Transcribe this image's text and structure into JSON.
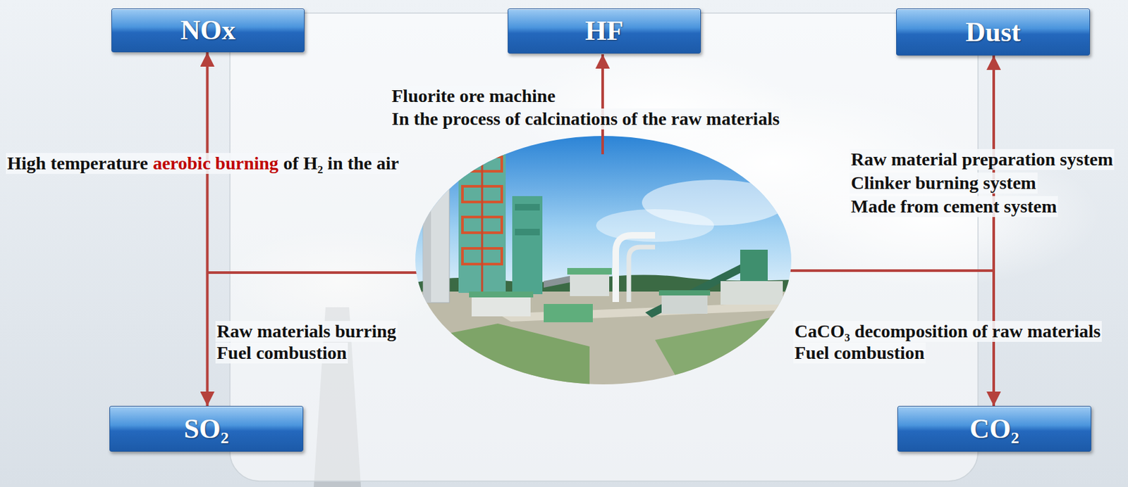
{
  "diagram": {
    "nodes": [
      {
        "text": [
          "NOx"
        ]
      },
      {
        "text": [
          "HF"
        ]
      },
      {
        "text": [
          "Dust"
        ]
      },
      {
        "text": [
          "SO₂"
        ]
      },
      {
        "text": [
          "CO₂"
        ]
      }
    ],
    "edges": [
      {
        "from": 0,
        "to": 3,
        "arrow": "both"
      },
      {
        "from": 2,
        "to": 4,
        "arrow": "both"
      }
    ],
    "labels": [
      "Fluorite ore machine",
      "In the process of calcinations of the raw materials",
      "High temperature",
      "aerobic burning",
      "of H₂ in the air",
      "Raw material preparation system",
      "Clinker burning system",
      "Made from cement system",
      "Raw materials burring",
      "Fuel combustion",
      "CaCO₃ decomposition of raw materials",
      "Fuel combustion"
    ]
  }
}
